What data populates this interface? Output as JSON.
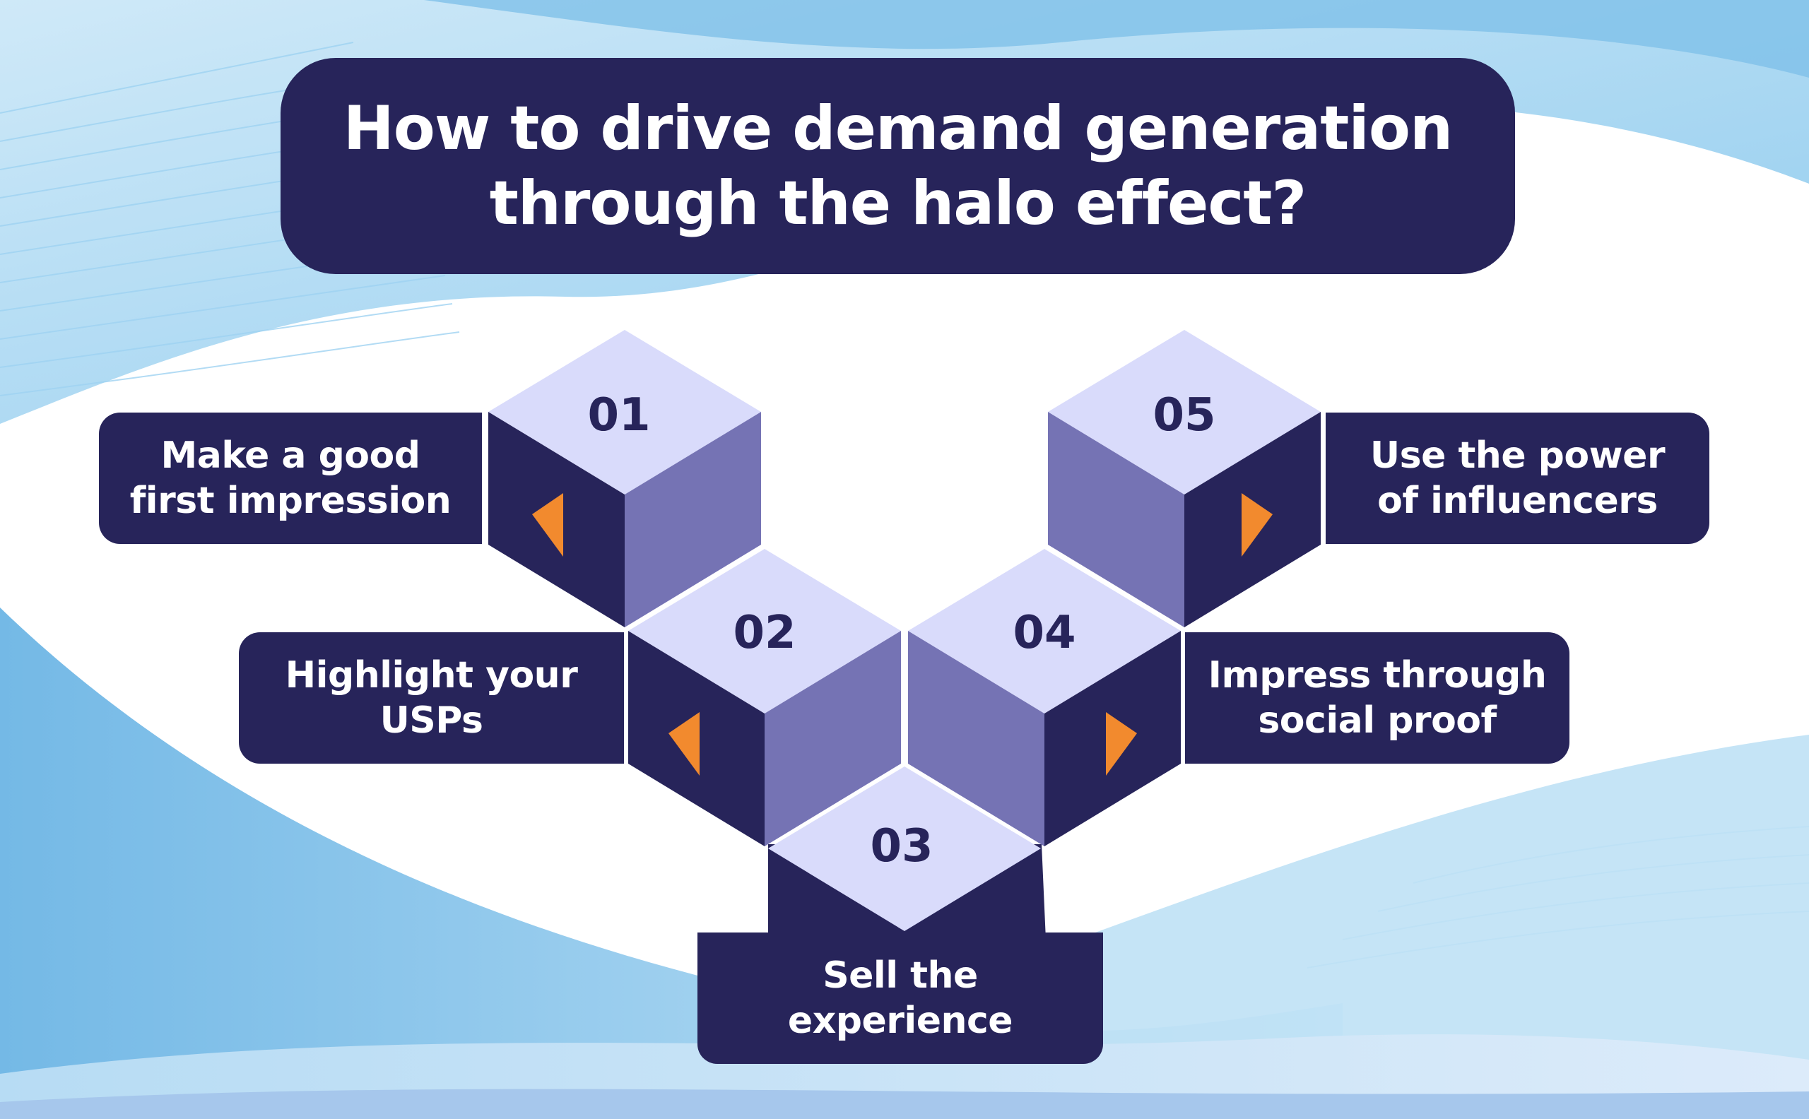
{
  "title": {
    "line1": "How to drive demand generation",
    "line2": "through the halo effect?"
  },
  "steps": [
    {
      "number": "01",
      "label_line1": "Make a good",
      "label_line2": "first impression"
    },
    {
      "number": "02",
      "label_line1": "Highlight your",
      "label_line2": "USPs"
    },
    {
      "number": "03",
      "label_line1": "Sell the",
      "label_line2": "experience"
    },
    {
      "number": "04",
      "label_line1": "Impress through",
      "label_line2": "social proof"
    },
    {
      "number": "05",
      "label_line1": "Use the power",
      "label_line2": "of influencers"
    }
  ],
  "colors": {
    "navy": "#27245a",
    "cube_top": "#d9dbfb",
    "cube_side": "#7573b4",
    "arrow": "#f28a2e",
    "background_blue": "#7cc0e9"
  },
  "icons": [
    "left-arrow-icon",
    "right-arrow-icon"
  ]
}
